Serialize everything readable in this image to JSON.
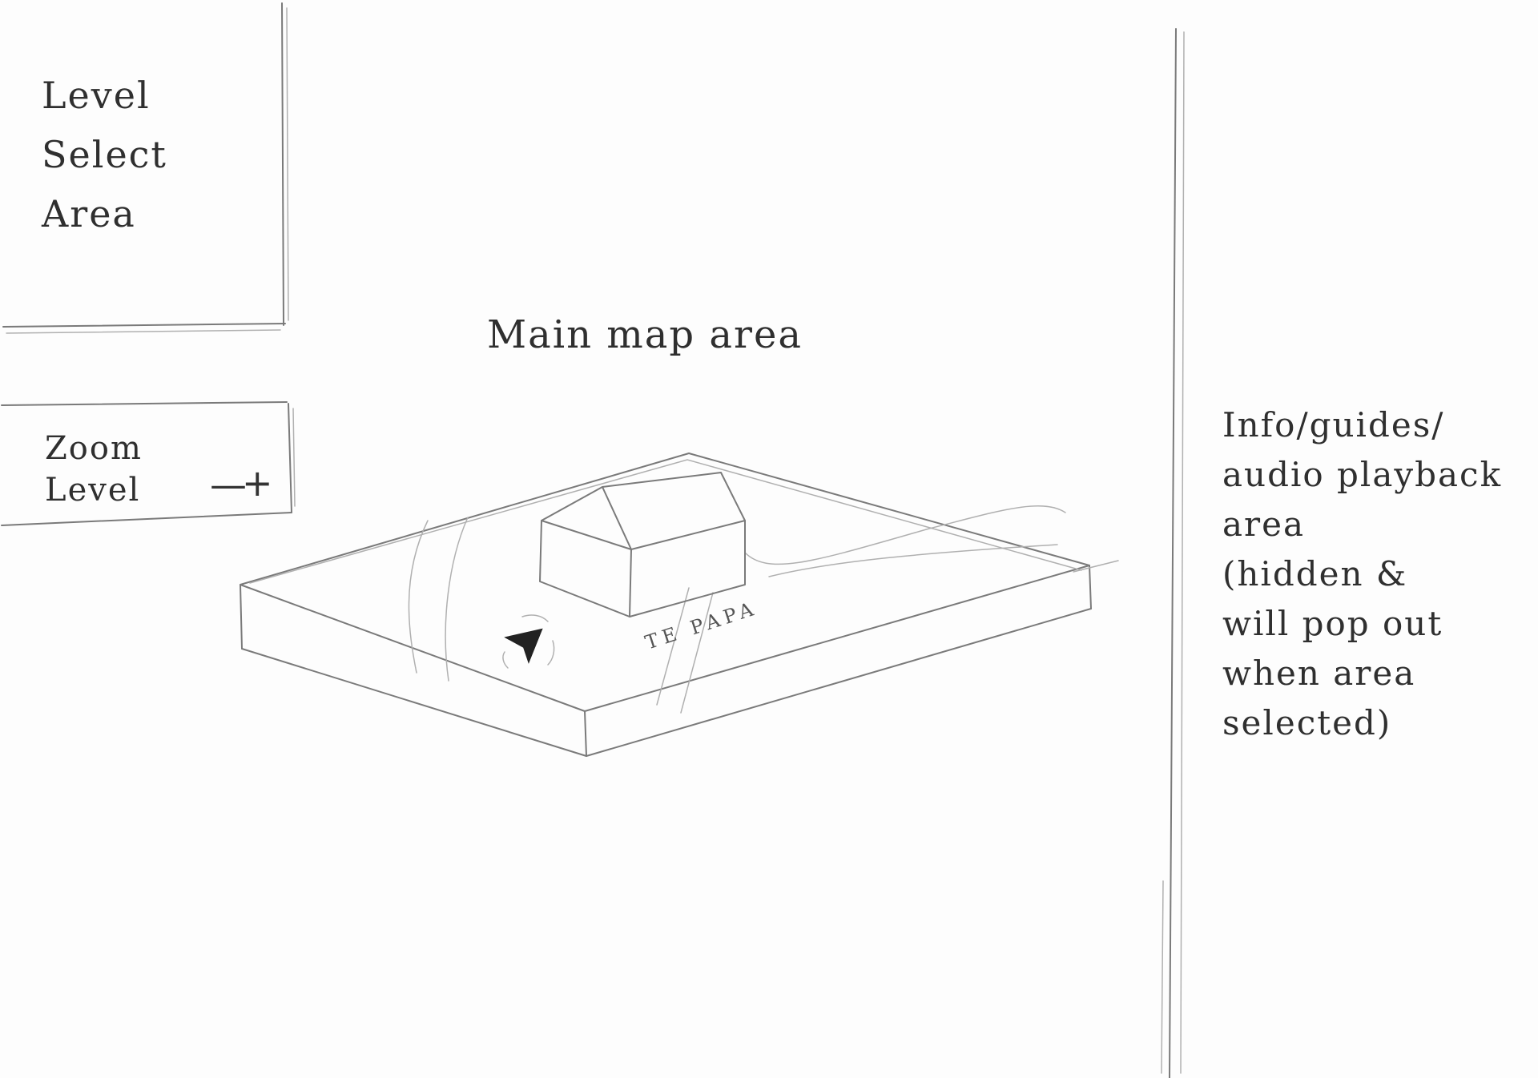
{
  "level_select": {
    "label": "Level Select Area"
  },
  "zoom": {
    "label": "Zoom Level",
    "minus": "—",
    "plus": "+"
  },
  "main_map": {
    "label": "Main map area",
    "place_label": "TE PAPA"
  },
  "info_panel": {
    "label": "Info/guides/\naudio playback\narea\n(hidden &\nwill pop out\nwhen area\nselected)"
  }
}
